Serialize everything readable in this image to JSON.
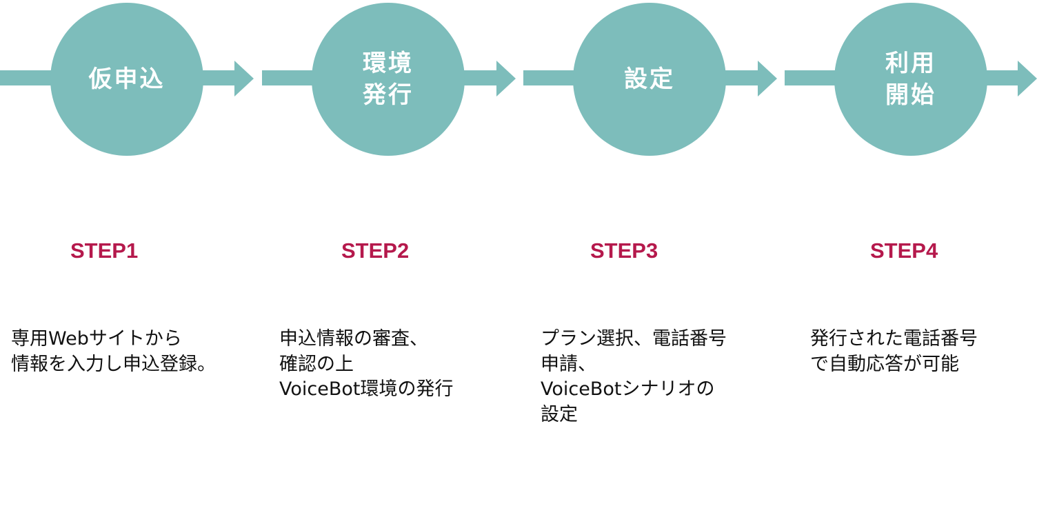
{
  "colors": {
    "circle": "#7dbdbb",
    "arrow": "#7dbdbb",
    "step_heading": "#b5194c",
    "circle_text": "#ffffff",
    "body_text": "#111111"
  },
  "steps": [
    {
      "circle_lines": [
        "仮申込"
      ],
      "heading": "STEP1",
      "description_lines": [
        "専用Webサイトから",
        "情報を入力し申込登録。"
      ]
    },
    {
      "circle_lines": [
        "環境",
        "発行"
      ],
      "heading": "STEP2",
      "description_lines": [
        "申込情報の審査、",
        "確認の上",
        "VoiceBot環境の発行"
      ]
    },
    {
      "circle_lines": [
        "設定"
      ],
      "heading": "STEP3",
      "description_lines": [
        "プラン選択、電話番号",
        "申請、",
        "VoiceBotシナリオの",
        "設定"
      ]
    },
    {
      "circle_lines": [
        "利用",
        "開始"
      ],
      "heading": "STEP4",
      "description_lines": [
        "発行された電話番号",
        "で自動応答が可能"
      ]
    }
  ]
}
